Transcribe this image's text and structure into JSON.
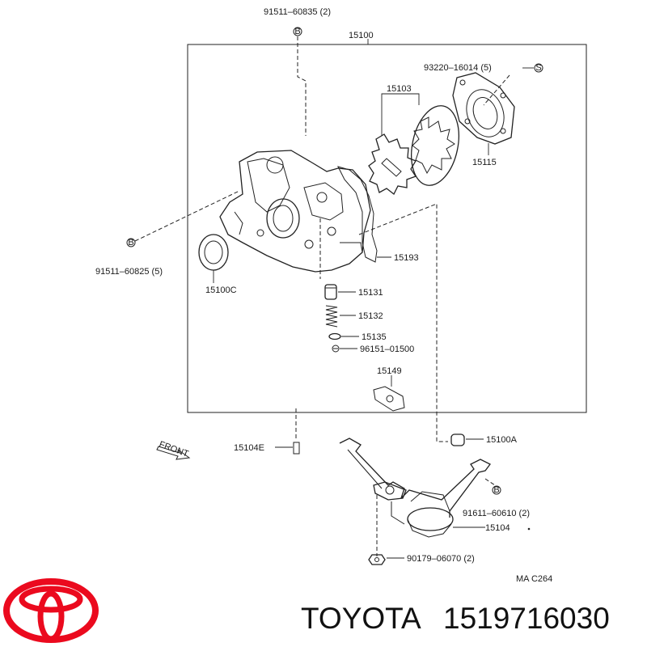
{
  "labels": {
    "top_bolt": "91511–60835 (2)",
    "assembly": "15100",
    "screw": "93220–16014 (5)",
    "rotor_set": "15103",
    "cover": "15115",
    "left_bolt": "91511–60825 (5)",
    "oil_seal": "15100C",
    "gasket_front": "15193",
    "relief_valve": "15131",
    "spring": "15132",
    "retainer": "15135",
    "snap_ring": "96151–01500",
    "gasket_small": "15149",
    "pin": "15104E",
    "bushing": "15100A",
    "strainer_bolt": "91611–60610 (2)",
    "strainer": "15104",
    "nut": "90179–06070 (2)",
    "front": "FRONT",
    "code": "MA C264"
  },
  "markers": {
    "b": "B",
    "s": "S"
  },
  "brand": {
    "name": "TOYOTA",
    "part_number": "1519716030",
    "logo_color": "#eb0a1e"
  }
}
